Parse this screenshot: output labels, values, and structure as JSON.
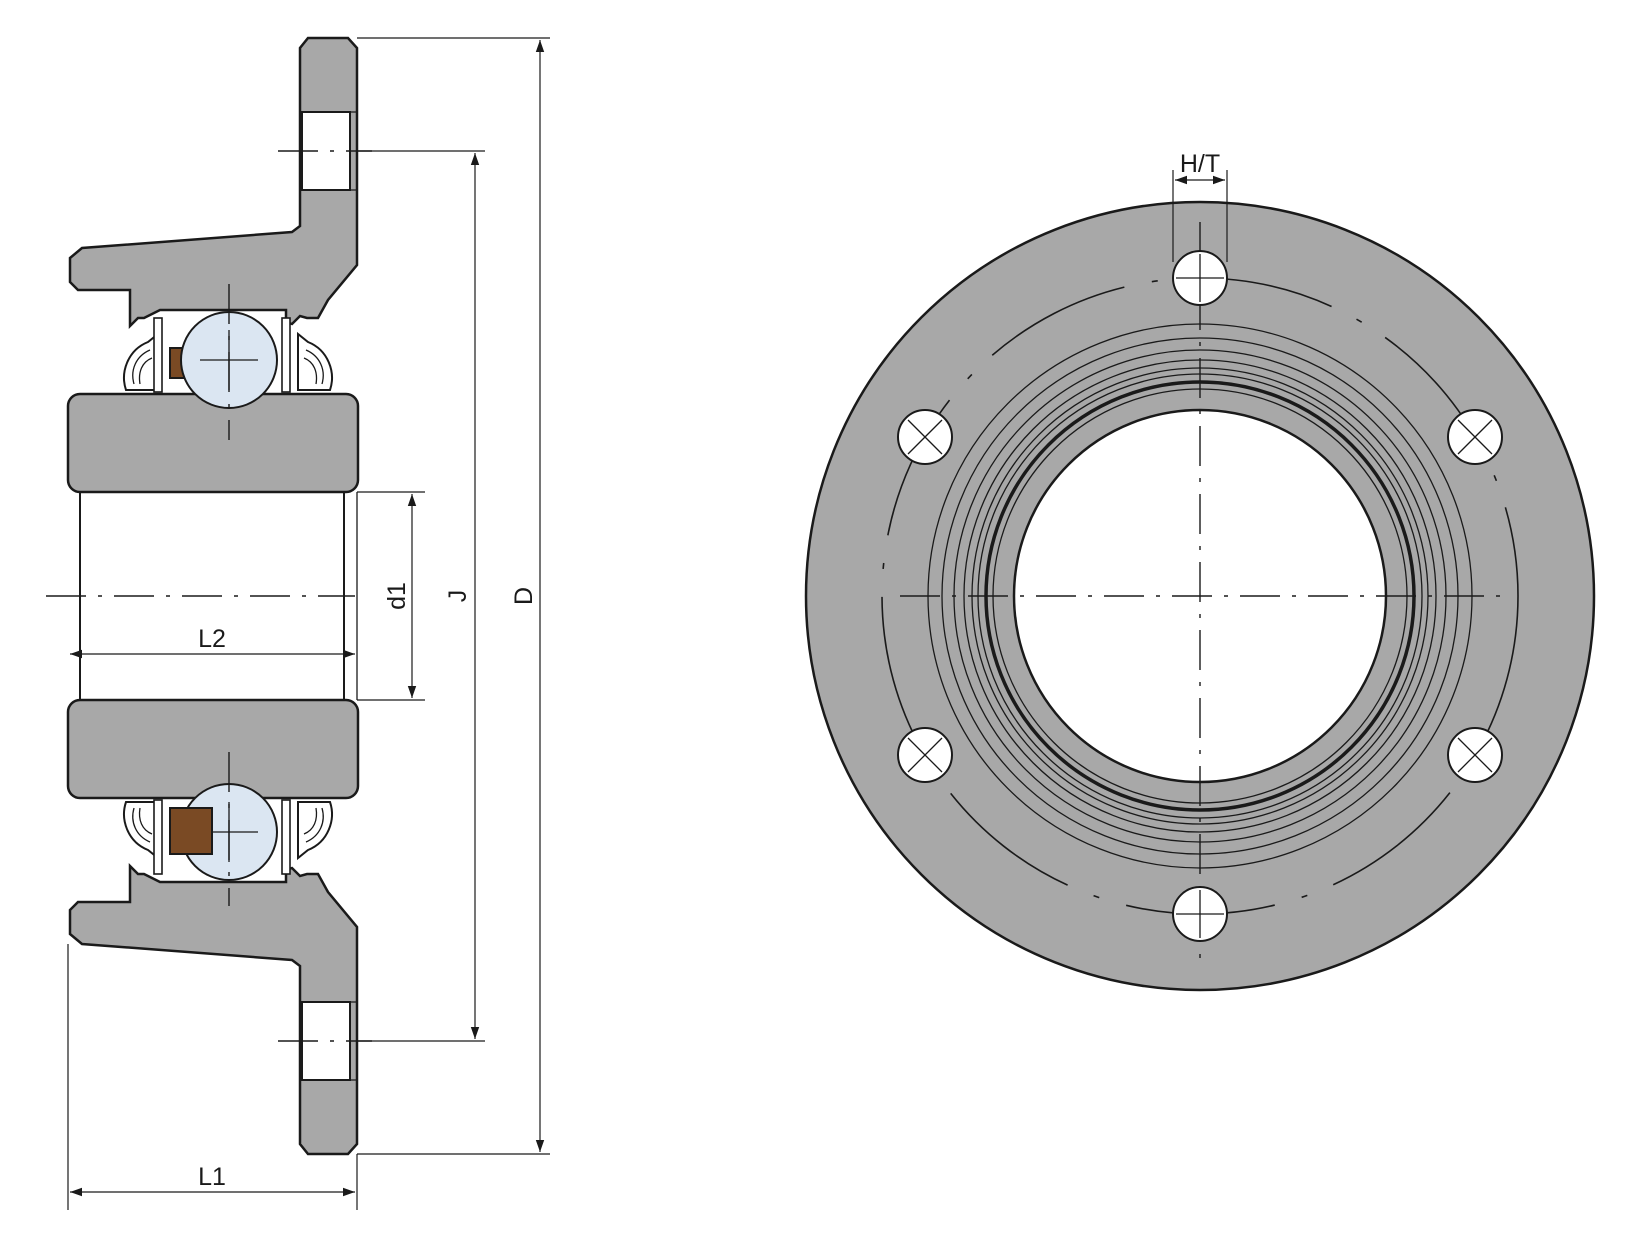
{
  "labels": {
    "L1": "L1",
    "L2": "L2",
    "d1": "d1",
    "J": "J",
    "D": "D",
    "HT": "H/T"
  },
  "colors": {
    "housing": "#a8a8a8",
    "ball": "#dbe6f2",
    "key": "#7a4a24",
    "line": "#1a1a1a"
  }
}
